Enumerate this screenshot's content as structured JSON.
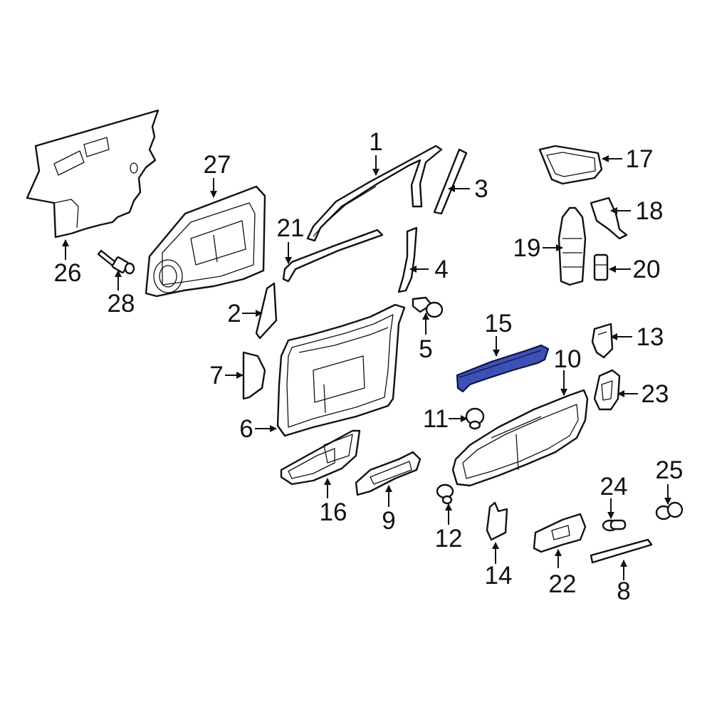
{
  "diagram": {
    "highlight_color": "#3d50b5",
    "line_color": "#111111",
    "background": "#ffffff",
    "highlighted_part": "15",
    "callouts": [
      "1",
      "2",
      "3",
      "4",
      "5",
      "6",
      "7",
      "8",
      "9",
      "10",
      "11",
      "12",
      "13",
      "14",
      "15",
      "16",
      "17",
      "18",
      "19",
      "20",
      "21",
      "22",
      "23",
      "24",
      "25",
      "26",
      "27",
      "28"
    ]
  }
}
